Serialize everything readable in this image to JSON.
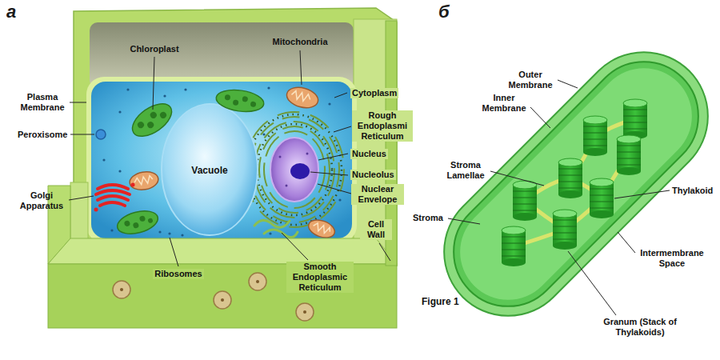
{
  "diagram": {
    "labels": [
      "а",
      "б",
      "Chloroplast",
      "Mitochondria",
      "Plasma Membrane",
      "Cytoplasm",
      "Rough Endoplasmi Reticulum",
      "Peroxisome",
      "Vacuole",
      "Nucleus",
      "Nucleolus",
      "Golgi Apparatus",
      "Nuclear Envelope",
      "Cell Wall",
      "Ribosomes",
      "Smooth Endoplasmic Reticulum",
      "Outer Membrane",
      "Inner Membrane",
      "Stroma Lamellae",
      "Thylakoid",
      "Stroma",
      "Intermembrane Space",
      "Granum (Stack of Thylakoids)",
      "Figure 1"
    ]
  }
}
